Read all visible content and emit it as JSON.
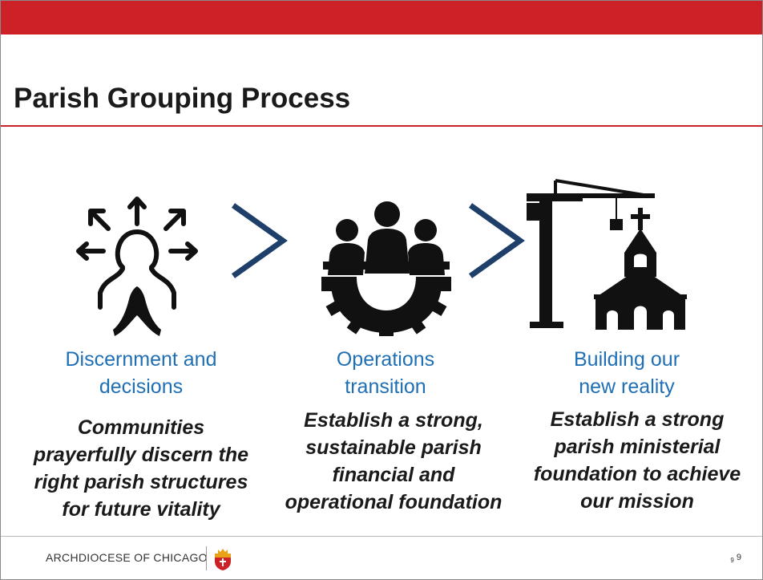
{
  "slide": {
    "title": "Parish Grouping Process",
    "accent_color": "#cc2127",
    "heading_color": "#1f6fb5",
    "chevron_color": "#1f3f6b"
  },
  "steps": [
    {
      "icon": "discernment-person-arrows-praying-hands-icon",
      "heading": [
        "Discernment and",
        "decisions"
      ],
      "description": [
        "Communities",
        "prayerfully discern the",
        "right parish structures",
        "for future vitality"
      ]
    },
    {
      "icon": "team-on-gear-icon",
      "heading": [
        "Operations",
        "transition"
      ],
      "description": [
        "Establish a strong,",
        "sustainable parish",
        "financial and",
        "operational foundation"
      ]
    },
    {
      "icon": "crane-and-church-icon",
      "heading": [
        "Building our",
        "new reality"
      ],
      "description": [
        "Establish a strong",
        "parish ministerial",
        "foundation to achieve",
        "our mission"
      ]
    }
  ],
  "footer": {
    "organization": "ARCHDIOCESE OF CHICAGO",
    "seal_icon": "archdiocese-seal-icon",
    "page_number": "9",
    "page_number_small": "9"
  }
}
